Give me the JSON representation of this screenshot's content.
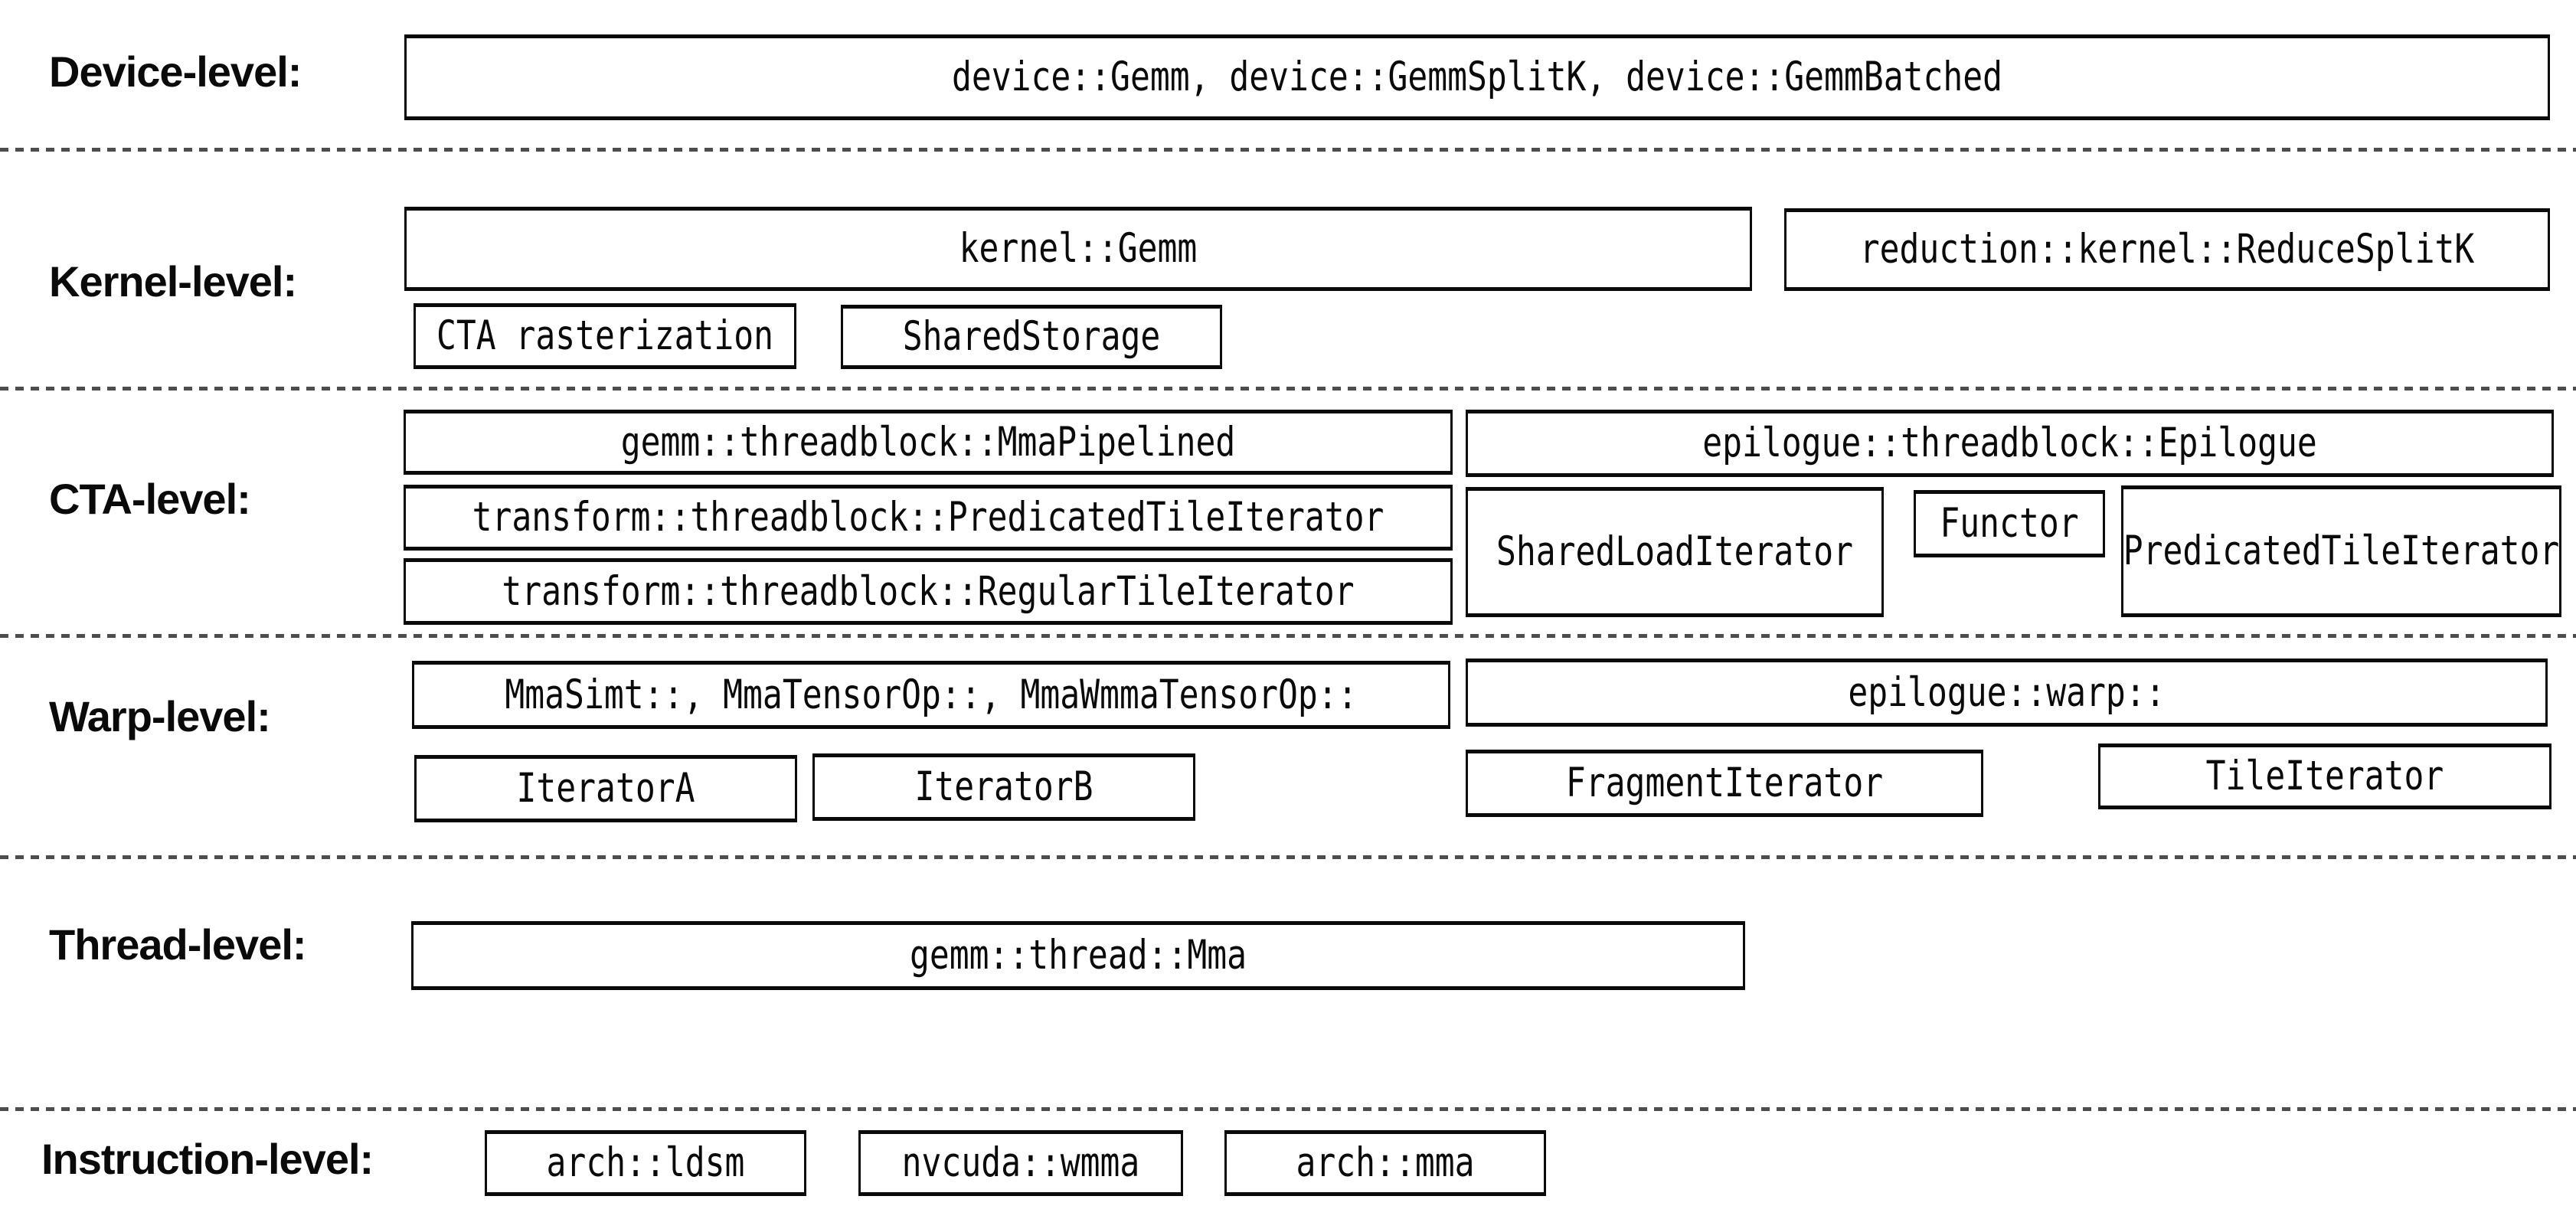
{
  "diagram": {
    "background": "#ffffff",
    "border_color": "#0a0a0a",
    "separator_color": "#4d4d4d",
    "text_color": "#0a0a0a"
  },
  "levels": [
    {
      "label": "Device-level:",
      "boxes": [
        {
          "text": "device::Gemm, device::GemmSplitK, device::GemmBatched"
        }
      ]
    },
    {
      "label": "Kernel-level:",
      "boxes": [
        {
          "text": "kernel::Gemm"
        },
        {
          "text": "reduction::kernel::ReduceSplitK"
        },
        {
          "text": "CTA rasterization"
        },
        {
          "text": "SharedStorage"
        }
      ]
    },
    {
      "label": "CTA-level:",
      "boxes": [
        {
          "text": "gemm::threadblock::MmaPipelined"
        },
        {
          "text": "epilogue::threadblock::Epilogue"
        },
        {
          "text": "transform::threadblock::PredicatedTileIterator"
        },
        {
          "text": "SharedLoadIterator"
        },
        {
          "text": "Functor"
        },
        {
          "text": "PredicatedTileIterator"
        },
        {
          "text": "transform::threadblock::RegularTileIterator"
        }
      ]
    },
    {
      "label": "Warp-level:",
      "boxes": [
        {
          "text": "MmaSimt::, MmaTensorOp::, MmaWmmaTensorOp::"
        },
        {
          "text": "epilogue::warp::"
        },
        {
          "text": "IteratorA"
        },
        {
          "text": "IteratorB"
        },
        {
          "text": "FragmentIterator"
        },
        {
          "text": "TileIterator"
        }
      ]
    },
    {
      "label": "Thread-level:",
      "boxes": [
        {
          "text": "gemm::thread::Mma"
        }
      ]
    },
    {
      "label": "Instruction-level:",
      "boxes": [
        {
          "text": "arch::ldsm"
        },
        {
          "text": "nvcuda::wmma"
        },
        {
          "text": "arch::mma"
        }
      ]
    }
  ]
}
